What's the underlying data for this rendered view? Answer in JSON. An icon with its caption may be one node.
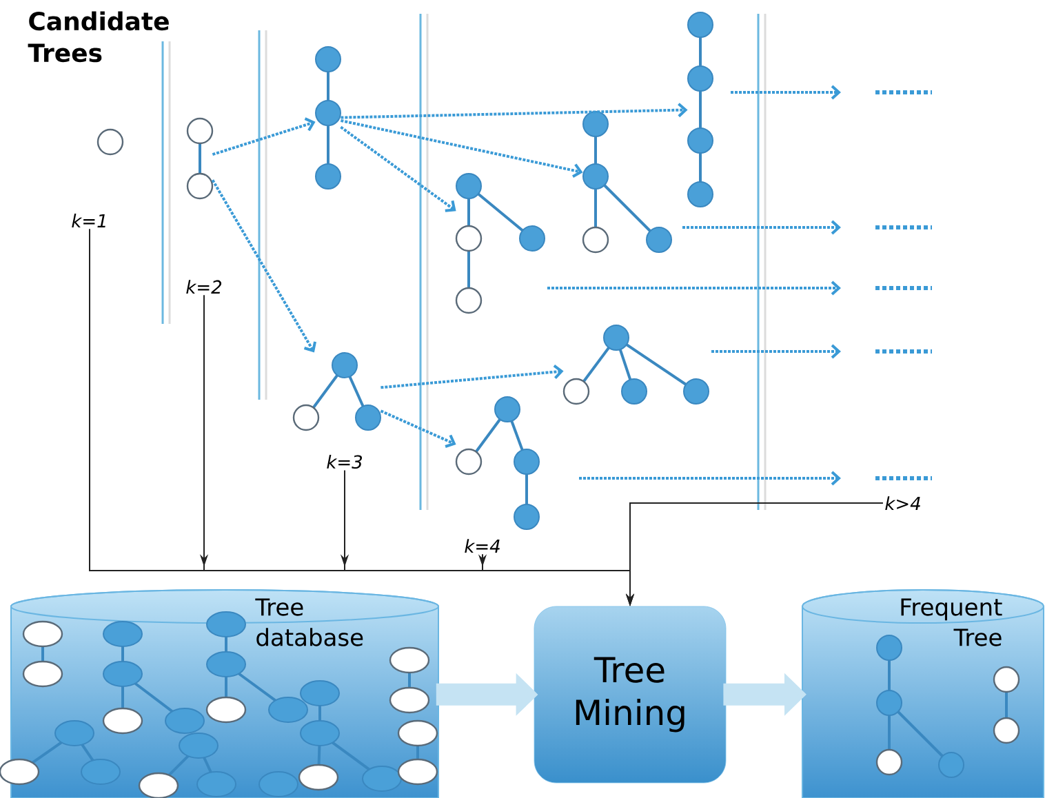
{
  "diagram": {
    "title": "Candidate Trees",
    "nodes": [
      {
        "text": [],
        "shape": "circle"
      },
      {
        "text": [],
        "shape": "picture"
      },
      {
        "text": [],
        "shape": "picture"
      },
      {
        "text": [],
        "shape": "picture"
      },
      {
        "text": [],
        "shape": "picture"
      },
      {
        "text": [],
        "shape": "picture"
      },
      {
        "text": [
          "k=1"
        ]
      },
      {
        "text": [
          "k=2"
        ]
      },
      {
        "text": [],
        "shape": "picture"
      },
      {
        "text": [],
        "shape": "picture"
      },
      {
        "text": [],
        "shape": "picture"
      },
      {
        "text": [
          "k=3"
        ]
      },
      {
        "text": [
          "k=4"
        ]
      },
      {
        "text": [
          "k>4"
        ]
      },
      {
        "text": [
          "Tree database"
        ]
      },
      {
        "text": [
          "Tree Mining"
        ]
      },
      {
        "text": [
          "Frequent Tree"
        ]
      }
    ],
    "edges": [
      {
        "from": 1,
        "to": 2,
        "arrow": "to",
        "style": "dashed"
      },
      {
        "from": 1,
        "to": 8,
        "arrow": "to",
        "style": "dashed"
      },
      {
        "from": 2,
        "to": 3,
        "arrow": "to",
        "style": "dashed"
      },
      {
        "from": 2,
        "to": 4,
        "arrow": "to",
        "style": "dashed"
      },
      {
        "from": 2,
        "to": 5,
        "arrow": "to",
        "style": "dashed"
      },
      {
        "from": 8,
        "to": 9,
        "arrow": "to",
        "style": "dashed"
      },
      {
        "from": 8,
        "to": 10,
        "arrow": "to",
        "style": "dashed"
      },
      {
        "from": 3,
        "to": null,
        "arrow": "to",
        "style": "dashed"
      },
      {
        "from": 4,
        "to": null,
        "arrow": "to",
        "style": "dashed"
      },
      {
        "from": 5,
        "to": null,
        "arrow": "to",
        "style": "dashed"
      },
      {
        "from": 9,
        "to": null,
        "arrow": "to",
        "style": "dashed"
      },
      {
        "from": 10,
        "to": null,
        "arrow": "to",
        "style": "dashed"
      },
      {
        "from": 6,
        "to": 15,
        "arrow": "to",
        "color": "#222222"
      },
      {
        "from": 7,
        "to": 15,
        "arrow": "to",
        "color": "#222222"
      },
      {
        "from": 11,
        "to": 15,
        "arrow": "to",
        "color": "#222222"
      },
      {
        "from": 12,
        "to": 15,
        "arrow": "to",
        "color": "#222222"
      },
      {
        "from": 13,
        "to": 15,
        "arrow": "to",
        "color": "#222222"
      },
      {
        "from": 14,
        "to": 15,
        "arrow": "to",
        "style": "thick",
        "color": "#c5e3f3"
      },
      {
        "from": 15,
        "to": 16,
        "arrow": "to",
        "style": "thick",
        "color": "#c5e3f3"
      }
    ]
  }
}
